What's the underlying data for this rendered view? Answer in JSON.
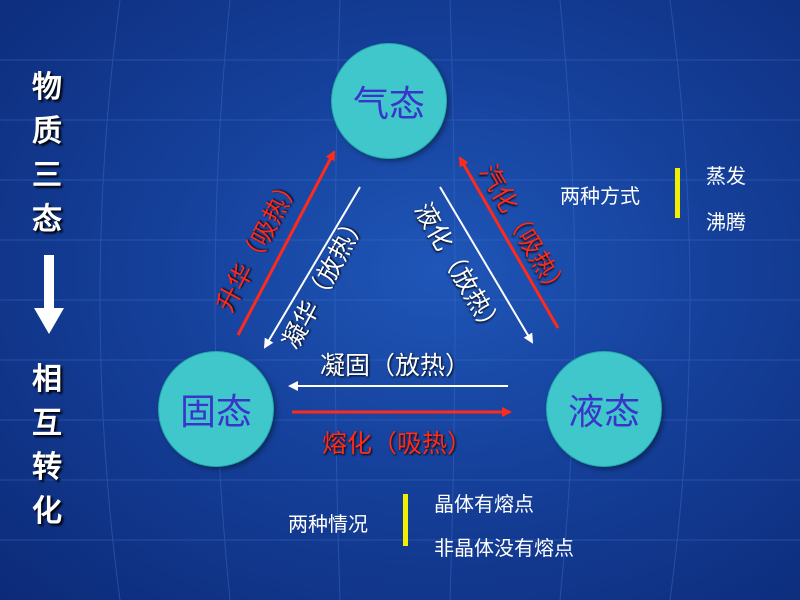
{
  "side_title_top": [
    "物",
    "质",
    "三",
    "态"
  ],
  "side_title_bottom": [
    "相",
    "互",
    "转",
    "化"
  ],
  "states": {
    "gas": "气态",
    "solid": "固态",
    "liquid": "液态"
  },
  "processes": {
    "sublimation": "升华（吸热）",
    "desublimation": "凝华（放热）",
    "vaporization": "汽化（吸热）",
    "liquefaction": "液化（放热）",
    "solidification": "凝固（放热）",
    "melting": "熔化（吸热）"
  },
  "vaporization_note": {
    "label": "两种方式",
    "items": [
      "蒸发",
      "沸腾"
    ]
  },
  "melting_note": {
    "label": "两种情况",
    "items": [
      "晶体有熔点",
      "非晶体没有熔点"
    ]
  },
  "colors": {
    "circle": "#3fc7cc",
    "state_text": "#3a35c8",
    "absorb_heat": "#ff2a1a",
    "release_heat": "#ffffff",
    "bracket": "#f2f000"
  }
}
